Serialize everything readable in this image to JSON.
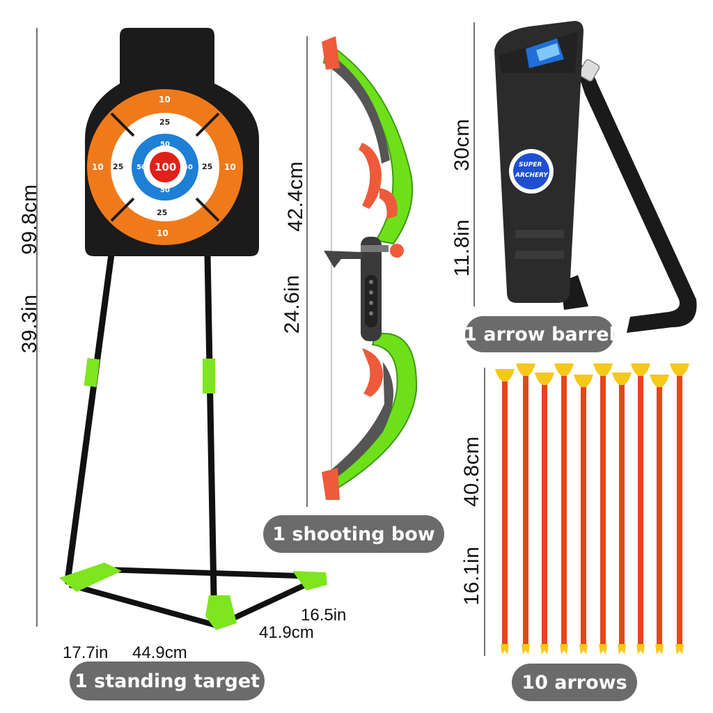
{
  "target": {
    "height_cm": "99.8cm",
    "height_in": "39.3in",
    "base_w_in": "17.7in",
    "base_w_cm": "44.9cm",
    "base_d_in": "16.5in",
    "base_d_cm": "41.9cm",
    "label": "1 standing target",
    "scores": {
      "outer": "10",
      "middle": "25",
      "inner": "50",
      "center": "100"
    }
  },
  "bow": {
    "length_cm": "42.4cm",
    "length_in": "24.6in",
    "label": "1 shooting bow"
  },
  "quiver": {
    "height_cm": "30cm",
    "height_in": "11.8in",
    "label": "1 arrow barrel",
    "logo_line1": "SUPER",
    "logo_line2": "ARCHERY"
  },
  "arrows": {
    "length_cm": "40.8cm",
    "length_in": "16.1in",
    "label": "10 arrows",
    "count": 10
  },
  "colors": {
    "pill_bg": "#6b6b6b",
    "orange": "#f07a1a",
    "blue": "#1e7fd6",
    "red": "#e0201b",
    "green": "#7ee51f",
    "arrow_shaft": "#e8451a",
    "suction_cup": "#f5c81a"
  }
}
